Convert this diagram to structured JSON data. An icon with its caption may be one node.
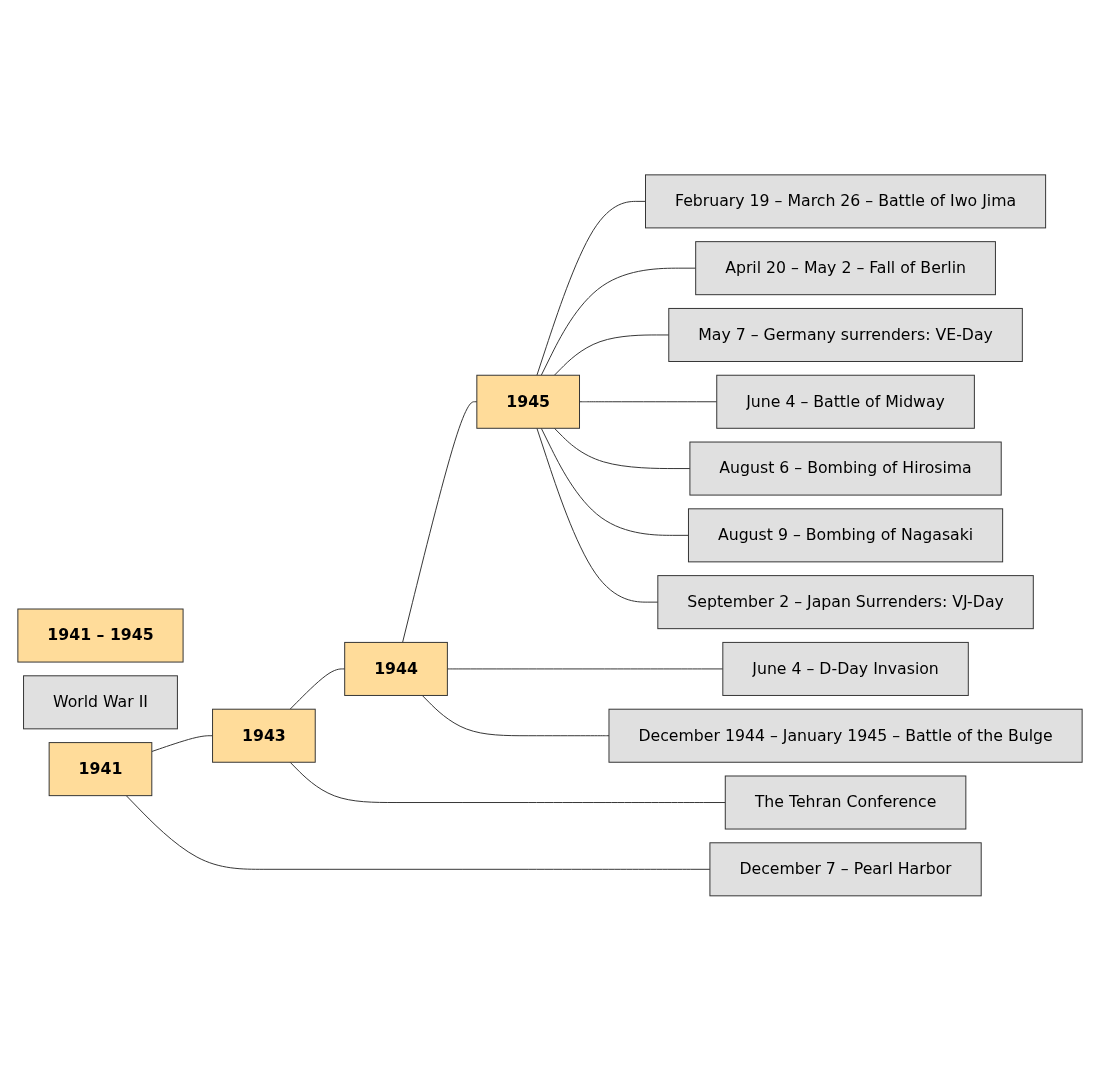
{
  "diagram": {
    "nodes": [
      {
        "text": [
          "1941 – 1945"
        ]
      },
      {
        "text": [
          "World War II"
        ]
      },
      {
        "text": [
          "1941"
        ]
      },
      {
        "text": [
          "1943"
        ]
      },
      {
        "text": [
          "1944"
        ]
      },
      {
        "text": [
          "1945"
        ]
      },
      {
        "text": [
          "December 7 – Pearl Harbor"
        ]
      },
      {
        "text": [
          "The Tehran Conference"
        ]
      },
      {
        "text": [
          "June 4 – D-Day Invasion"
        ]
      },
      {
        "text": [
          "December 1944 – January 1945 – Battle of the Bulge"
        ]
      },
      {
        "text": [
          "February 19 – March 26 – Battle of Iwo Jima"
        ]
      },
      {
        "text": [
          "April 20 – May 2 – Fall of Berlin"
        ]
      },
      {
        "text": [
          "May 7 – Germany surrenders: VE-Day"
        ]
      },
      {
        "text": [
          "June 4 – Battle of Midway"
        ]
      },
      {
        "text": [
          "August 6 – Bombing of Hirosima"
        ]
      },
      {
        "text": [
          "August 9 – Bombing of Nagasaki"
        ]
      },
      {
        "text": [
          "September 2 – Japan Surrenders: VJ-Day"
        ]
      }
    ],
    "edges": [
      {
        "from": 2,
        "to": 3,
        "arrow": "none"
      },
      {
        "from": 3,
        "to": 4,
        "arrow": "none"
      },
      {
        "from": 4,
        "to": 5,
        "arrow": "none"
      },
      {
        "from": 2,
        "to": 6,
        "arrow": "none"
      },
      {
        "from": 3,
        "to": 7,
        "arrow": "none"
      },
      {
        "from": 4,
        "to": 8,
        "arrow": "none"
      },
      {
        "from": 4,
        "to": 9,
        "arrow": "none"
      },
      {
        "from": 5,
        "to": 10,
        "arrow": "none"
      },
      {
        "from": 5,
        "to": 11,
        "arrow": "none"
      },
      {
        "from": 5,
        "to": 12,
        "arrow": "none"
      },
      {
        "from": 5,
        "to": 13,
        "arrow": "none"
      },
      {
        "from": 5,
        "to": 14,
        "arrow": "none"
      },
      {
        "from": 5,
        "to": 15,
        "arrow": "none"
      },
      {
        "from": 5,
        "to": 16,
        "arrow": "none"
      }
    ]
  }
}
